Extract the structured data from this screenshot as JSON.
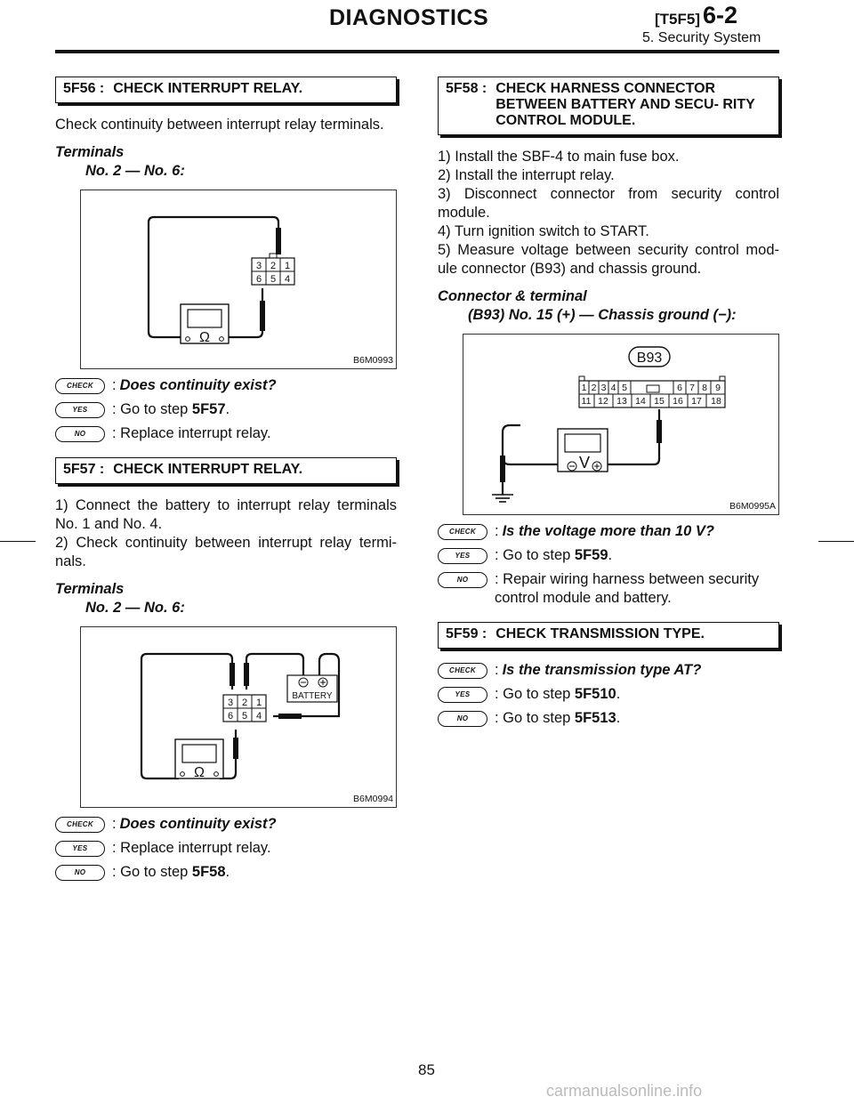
{
  "header": {
    "title": "DIAGNOSTICS",
    "code": "[T5F5]",
    "section": "6-2",
    "subtitle": "5. Security System"
  },
  "left": {
    "s56": {
      "num": "5F56 :",
      "title": "CHECK INTERRUPT RELAY.",
      "intro": "Check continuity between interrupt relay terminals.",
      "term_heading": "Terminals",
      "term_value": "No. 2 — No. 6:",
      "fig_caption": "B6M0993",
      "check_label": "CHECK",
      "question": "Does continuity exist?",
      "yes_label": "YES",
      "yes_text": ": Go to step ",
      "yes_ref": "5F57",
      "yes_end": ".",
      "no_label": "NO",
      "no_text": ": Replace interrupt relay."
    },
    "s57": {
      "num": "5F57 :",
      "title": "CHECK INTERRUPT RELAY.",
      "step1": "1) Connect the battery to interrupt relay terminals No. 1 and No. 4.",
      "step2": "2) Check continuity between interrupt relay termi- nals.",
      "term_heading": "Terminals",
      "term_value": "No. 2 — No. 6:",
      "fig_caption": "B6M0994",
      "battery_label": "BATTERY",
      "check_label": "CHECK",
      "question": "Does continuity exist?",
      "yes_label": "YES",
      "yes_text": ": Replace interrupt relay.",
      "no_label": "NO",
      "no_text": ": Go to step ",
      "no_ref": "5F58",
      "no_end": "."
    }
  },
  "right": {
    "s58": {
      "num": "5F58 :",
      "title": "CHECK HARNESS CONNECTOR BETWEEN BATTERY AND SECU- RITY CONTROL MODULE.",
      "step1": "1) Install the SBF-4 to main fuse box.",
      "step2": "2) Install the interrupt relay.",
      "step3": "3) Disconnect connector from security control module.",
      "step4": "4) Turn ignition switch to START.",
      "step5": "5) Measure voltage between security control mod- ule connector (B93) and chassis ground.",
      "term_heading": "Connector & terminal",
      "term_value": "(B93) No. 15 (+) — Chassis ground (−):",
      "fig_caption": "B6M0995A",
      "connector_label": "B93",
      "check_label": "CHECK",
      "question": "Is the voltage more than 10 V?",
      "yes_label": "YES",
      "yes_text": ": Go to step ",
      "yes_ref": "5F59",
      "yes_end": ".",
      "no_label": "NO",
      "no_text": ": Repair wiring harness between security control module and battery."
    },
    "s59": {
      "num": "5F59 :",
      "title": "CHECK TRANSMISSION TYPE.",
      "check_label": "CHECK",
      "question": "Is the transmission type AT?",
      "yes_label": "YES",
      "yes_text": ": Go to step ",
      "yes_ref": "5F510",
      "yes_end": ".",
      "no_label": "NO",
      "no_text": ": Go to step ",
      "no_ref": "5F513",
      "no_end": "."
    }
  },
  "page_number": "85",
  "watermark": "carmanualsonline.info"
}
